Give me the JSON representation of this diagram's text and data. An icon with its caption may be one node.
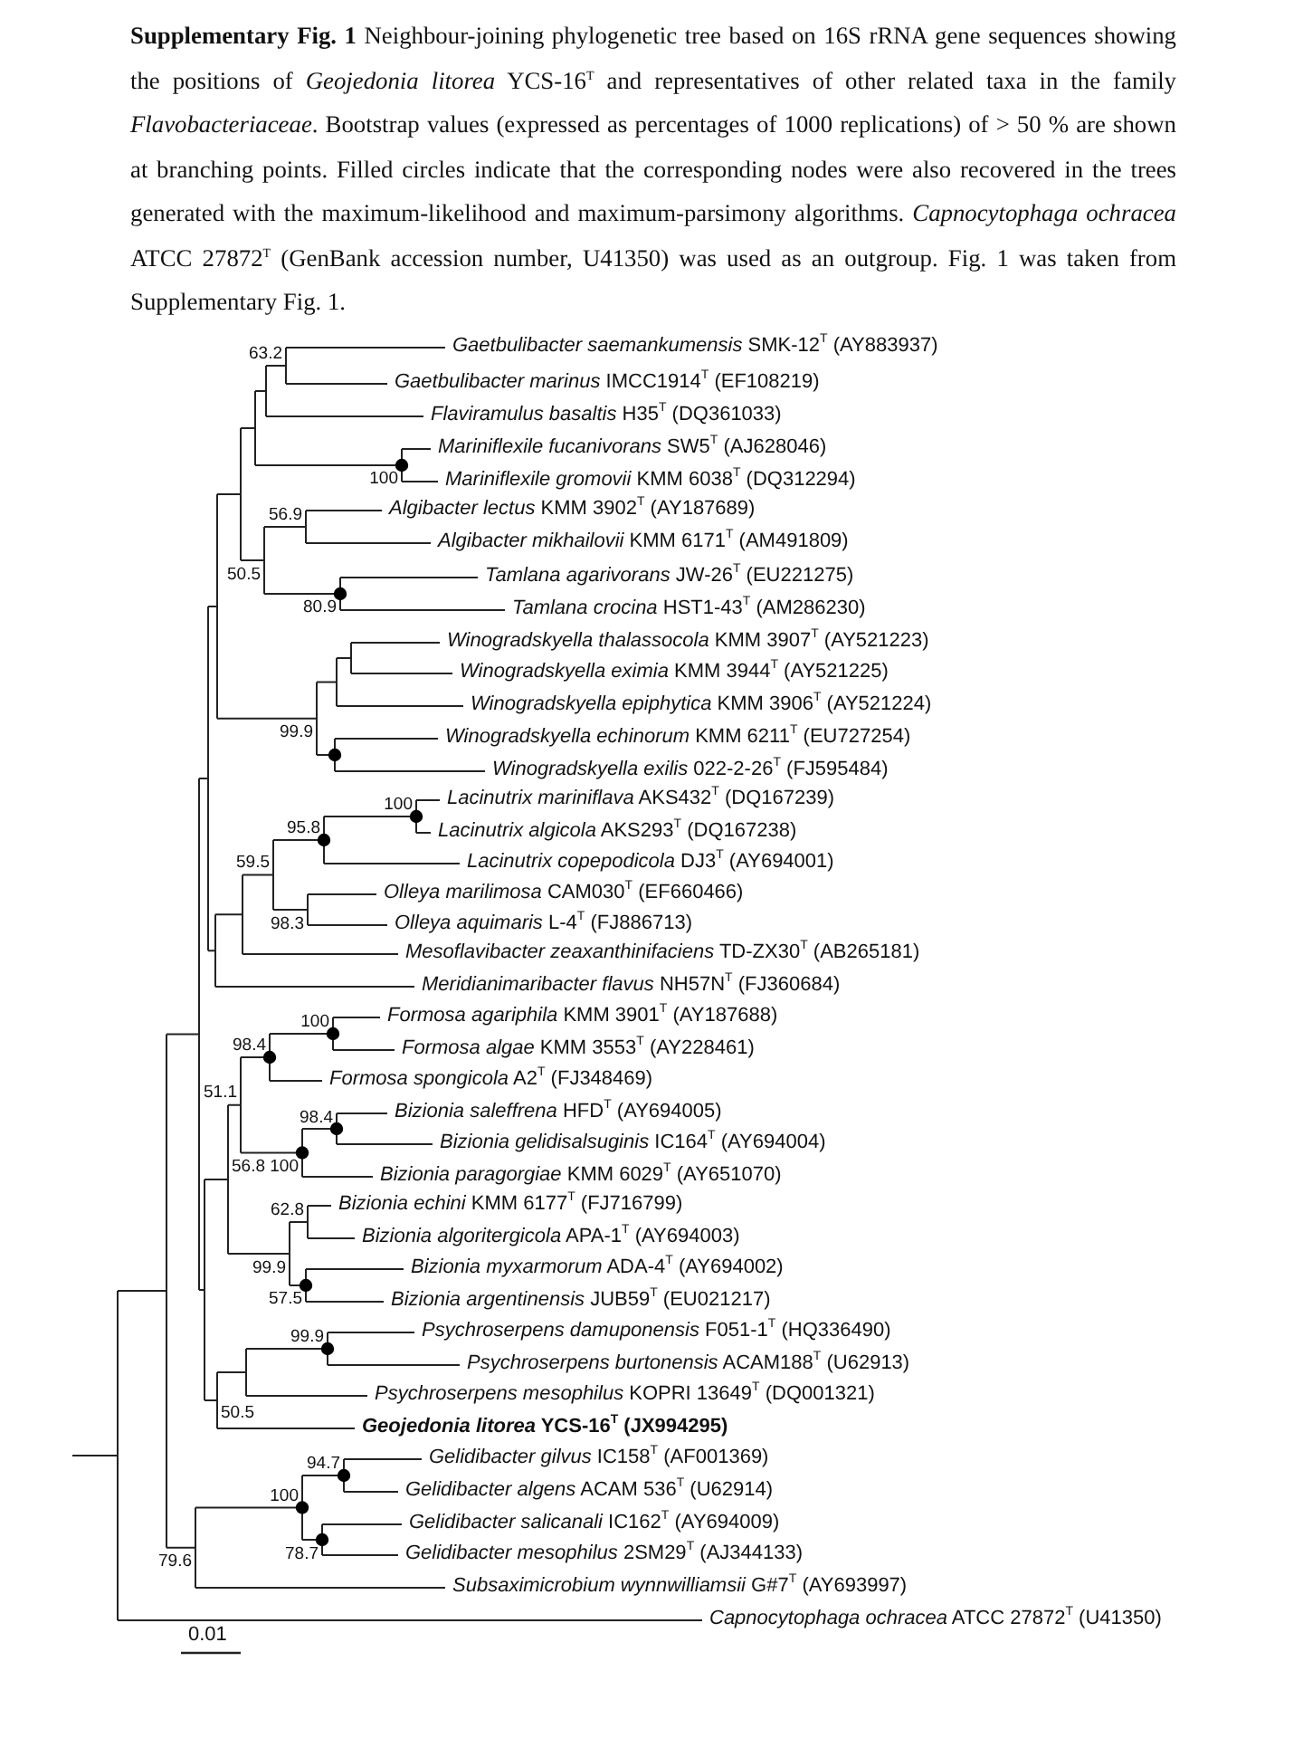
{
  "diagram": {
    "caption": "**Supplementary Fig. 1** Neighbour-joining phylogenetic tree based on 16S rRNA gene sequences showing the positions of *Geojedonia litorea* YCS-16$^{T}$ and representatives of other related taxa in the family *Flavobacteriaceae*. Bootstrap values (expressed as percentages of 1000 replications) of > 50 % are shown at branching points. Filled circles indicate that the corresponding nodes were also recovered in the trees generated with the maximum-likelihood and maximum-parsimony algorithms. *Capnocytophaga ochracea* ATCC 27872$^{T}$ (GenBank accession number, U41350) was used as an outgroup. Fig. 1 was taken from Supplementary Fig. 1.",
    "labels": [
      "63.2",
      "*Gaetbulibacter saemankumensis* SMK-12$^{T}$ (AY883937)",
      "*Gaetbulibacter marinus* IMCC1914$^{T}$ (EF108219)",
      "*Flaviramulus basaltis* H35$^{T}$ (DQ361033)",
      "*Mariniflexile fucanivorans* SW5$^{T}$ (AJ628046)",
      "100",
      "*Mariniflexile gromovii* KMM 6038$^{T}$ (DQ312294)",
      "56.9",
      "*Algibacter lectus* KMM 3902$^{T}$ (AY187689)",
      "*Algibacter mikhailovii* KMM 6171$^{T}$ (AM491809)",
      "50.5",
      "*Tamlana agarivorans* JW-26$^{T}$ (EU221275)",
      "80.9",
      "*Tamlana crocina* HST1-43$^{T}$ (AM286230)",
      "*Winogradskyella thalassocola* KMM 3907$^{T}$ (AY521223)",
      "*Winogradskyella eximia* KMM 3944$^{T}$ (AY521225)",
      "*Winogradskyella epiphytica* KMM 3906$^{T}$ (AY521224)",
      "99.9",
      "*Winogradskyella echinorum* KMM 6211$^{T}$ (EU727254)",
      "*Winogradskyella exilis* 022-2-26$^{T}$ (FJ595484)",
      "100",
      "*Lacinutrix mariniflava* AKS432$^{T}$ (DQ167239)",
      "95.8",
      "*Lacinutrix algicola* AKS293$^{T}$ (DQ167238)",
      "59.5",
      "*Lacinutrix copepodicola* DJ3$^{T}$ (AY694001)",
      "*Olleya marilimosa* CAM030$^{T}$ (EF660466)",
      "98.3",
      "*Olleya aquimaris* L-4$^{T}$ (FJ886713)",
      "*Mesoflavibacter zeaxanthinifaciens* TD-ZX30$^{T}$ (AB265181)",
      "*Meridianimaribacter flavus* NH57N$^{T}$ (FJ360684)",
      "100",
      "*Formosa agariphila* KMM 3901$^{T}$ (AY187688)",
      "98.4",
      "*Formosa algae* KMM 3553$^{T}$ (AY228461)",
      "51.1",
      "*Formosa spongicola* A2$^{T}$ (FJ348469)",
      "98.4",
      "*Bizionia saleffrena* HFD$^{T}$ (AY694005)",
      "*Bizionia gelidisalsuginis* IC164$^{T}$ (AY694004)",
      "100",
      "56.8",
      "*Bizionia paragorgiae* KMM 6029$^{T}$ (AY651070)",
      "62.8",
      "*Bizionia echini* KMM 6177$^{T}$ (FJ716799)",
      "*Bizionia algoritergicola* APA-1$^{T}$ (AY694003)",
      "99.9",
      "*Bizionia myxarmorum* ADA-4$^{T}$ (AY694002)",
      "57.5",
      "*Bizionia argentinensis* JUB59$^{T}$ (EU021217)",
      "99.9",
      "*Psychroserpens damuponensis* F051-1$^{T}$ (HQ336490)",
      "50.5",
      "*Psychroserpens burtonensis* ACAM188$^{T}$ (U62913)",
      "*Psychroserpens mesophilus* KOPRI 13649$^{T}$ (DQ001321)",
      "*Geojedonia litorea* YCS-16$^{T}$ (JX994295)",
      "94.7",
      "*Gelidibacter gilvus* IC158$^{T}$ (AF001369)",
      "100",
      "*Gelidibacter algens* ACAM 536$^{T}$ (U62914)",
      "*Gelidibacter salicanali* IC162$^{T}$ (AY694009)",
      "79.6",
      "78.7",
      "*Gelidibacter mesophilus* 2SM29$^{T}$ (AJ344133)",
      "*Subsaximicrobium wynnwilliamsii* G#7$^{T}$ (AY693997)",
      "*Capnocytophaga ochracea* ATCC 27872$^{T}$ (U41350)",
      "0.01"
    ]
  }
}
